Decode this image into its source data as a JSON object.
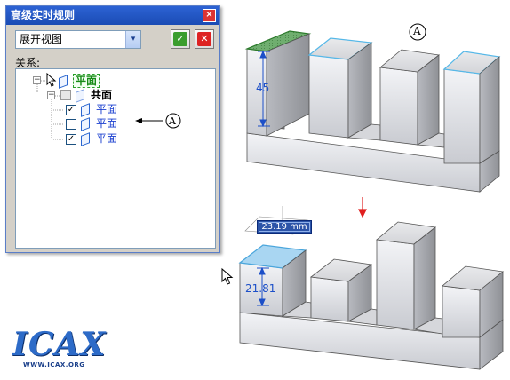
{
  "dialog": {
    "title": "高级实时规则",
    "close_glyph": "×",
    "view_select": {
      "value": "展开视图",
      "arrow": "▾"
    },
    "ok_glyph": "✓",
    "cancel_glyph": "✕",
    "relations_label": "关系:",
    "tree": {
      "root": {
        "label": "平面",
        "expander": "−"
      },
      "coplanar": {
        "label": "共面",
        "expander": "−"
      },
      "items": [
        {
          "label": "平面",
          "checked": true,
          "mark": "✓"
        },
        {
          "label": "平面",
          "checked": false,
          "mark": ""
        },
        {
          "label": "平面",
          "checked": true,
          "mark": "✓"
        }
      ]
    }
  },
  "callouts": {
    "tree_marker": "A",
    "model_marker": "A"
  },
  "dimensions": {
    "top_height": "45",
    "bottom_height": "21.81",
    "bottom_box": "23.19 mm"
  },
  "colors": {
    "selected_face": "#5f9f5f",
    "highlight_edge": "#56b8e8",
    "arrow": "#e02020",
    "dimension": "#1c4fc8"
  },
  "logo": {
    "main": "ICAX",
    "sub": "WWW.ICAX.ORG"
  }
}
